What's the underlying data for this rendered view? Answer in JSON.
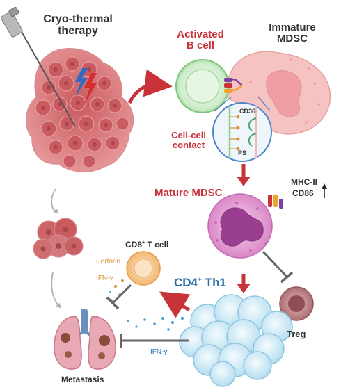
{
  "diagram": {
    "therapy": "Cryo-thermal therapy",
    "therapy_line1": "Cryo-thermal",
    "therapy_line2": "therapy",
    "activated_b_cell_line1": "Activated",
    "activated_b_cell_line2": "B cell",
    "immature_mdsc_line1": "Immature",
    "immature_mdsc_line2": "MDSC",
    "contact_line1": "Cell-cell",
    "contact_line2": "contact",
    "cd36": "CD36",
    "ps": "PS",
    "mature_mdsc": "Mature MDSC",
    "mhc_ii": "MHC-II",
    "cd86": "CD86",
    "cd8_base": "CD8",
    "cd8_sup": "+",
    "cd8_rest": " T cell",
    "perforin": "Perforin",
    "ifn_gamma_top": "IFN-γ",
    "cd4_base": "CD4",
    "cd4_sup": "+",
    "cd4_rest": " Th1",
    "treg": "Treg",
    "ifn_gamma_bottom": "IFN-γ",
    "metastasis": "Metastasis"
  },
  "colors": {
    "accent_red": "#c8333a",
    "label_blue": "#2f6fa6",
    "label_orange": "#d88f37",
    "tumor": "#d9777a",
    "b_cell": "#9bd49a",
    "immature_mdsc": "#f3b9b7",
    "mature_mdsc": "#d880c4",
    "th1": "#bfe3f3",
    "treg": "#a8666c"
  }
}
